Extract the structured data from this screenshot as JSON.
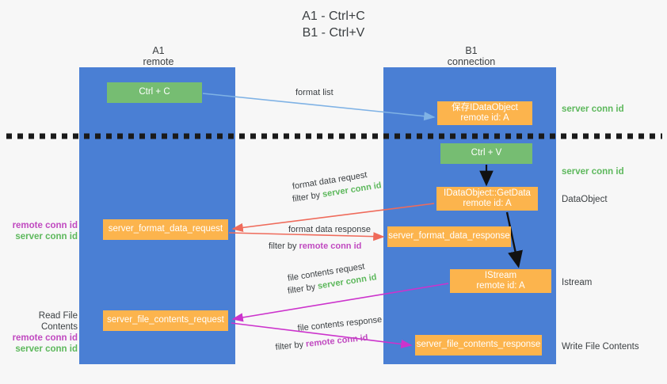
{
  "title": {
    "line1": "A1 - Ctrl+C",
    "line2": "B1 - Ctrl+V"
  },
  "lanes": [
    {
      "name": "A1",
      "sub": "remote",
      "color": "#4a7fd4"
    },
    {
      "name": "B1",
      "sub": "connection",
      "color": "#4a7fd4"
    }
  ],
  "colors": {
    "lane": "#4a7fd4",
    "green_box": "#76bd72",
    "orange_box": "#fcb44d",
    "server_conn_id": "#5db85c",
    "remote_conn_id": "#c049c0",
    "arrow_blue": "#7fb2e5",
    "arrow_red": "#ef6b5b",
    "arrow_magenta": "#cc33cc",
    "arrow_black": "#000000",
    "dashed_line": "#1a1a1a",
    "background": "#f7f7f7"
  },
  "boxes": {
    "ctrl_c": {
      "label": "Ctrl + C",
      "style": "green"
    },
    "idataobject": {
      "line1": "保存IDataObject",
      "line2": "remote id: A",
      "style": "orange"
    },
    "ctrl_v": {
      "label": "Ctrl + V",
      "style": "green"
    },
    "getdata": {
      "line1": "IDataObject::GetData",
      "line2": "remote id: A",
      "style": "orange"
    },
    "server_format_data_request": {
      "label": "server_format_data_request",
      "style": "orange"
    },
    "server_format_data_response": {
      "label": "server_format_data_response",
      "style": "orange"
    },
    "istream": {
      "line1": "IStream",
      "line2": "remote id: A",
      "style": "orange"
    },
    "server_file_contents_request": {
      "label": "server_file_contents_request",
      "style": "orange"
    },
    "server_file_contents_response": {
      "label": "server_file_contents_response",
      "style": "orange"
    }
  },
  "right_labels": {
    "server_conn_id_top": "server conn id",
    "server_conn_id_mid": "server conn id",
    "dataobject": "DataObject",
    "istream": "Istream",
    "write_file_contents": "Write File Contents"
  },
  "left_labels": {
    "mid_remote": "remote conn id",
    "mid_server": "server conn id",
    "read_file_contents": "Read File Contents",
    "bottom_remote": "remote conn id",
    "bottom_server": "server conn id"
  },
  "arrow_labels": {
    "format_list": "format list",
    "format_data_request": "format data request",
    "format_data_request_filter_prefix": "filter by ",
    "format_data_request_filter_key": "server conn id",
    "format_data_response": "format data response",
    "format_data_response_filter_prefix": "filter by ",
    "format_data_response_filter_key": "remote conn id",
    "file_contents_request": "file contents request",
    "file_contents_request_filter_prefix": "filter by ",
    "file_contents_request_filter_key": "server conn id",
    "file_contents_response": "file contents response",
    "file_contents_response_filter_prefix": "filter by ",
    "file_contents_response_filter_key": "remote conn id"
  }
}
